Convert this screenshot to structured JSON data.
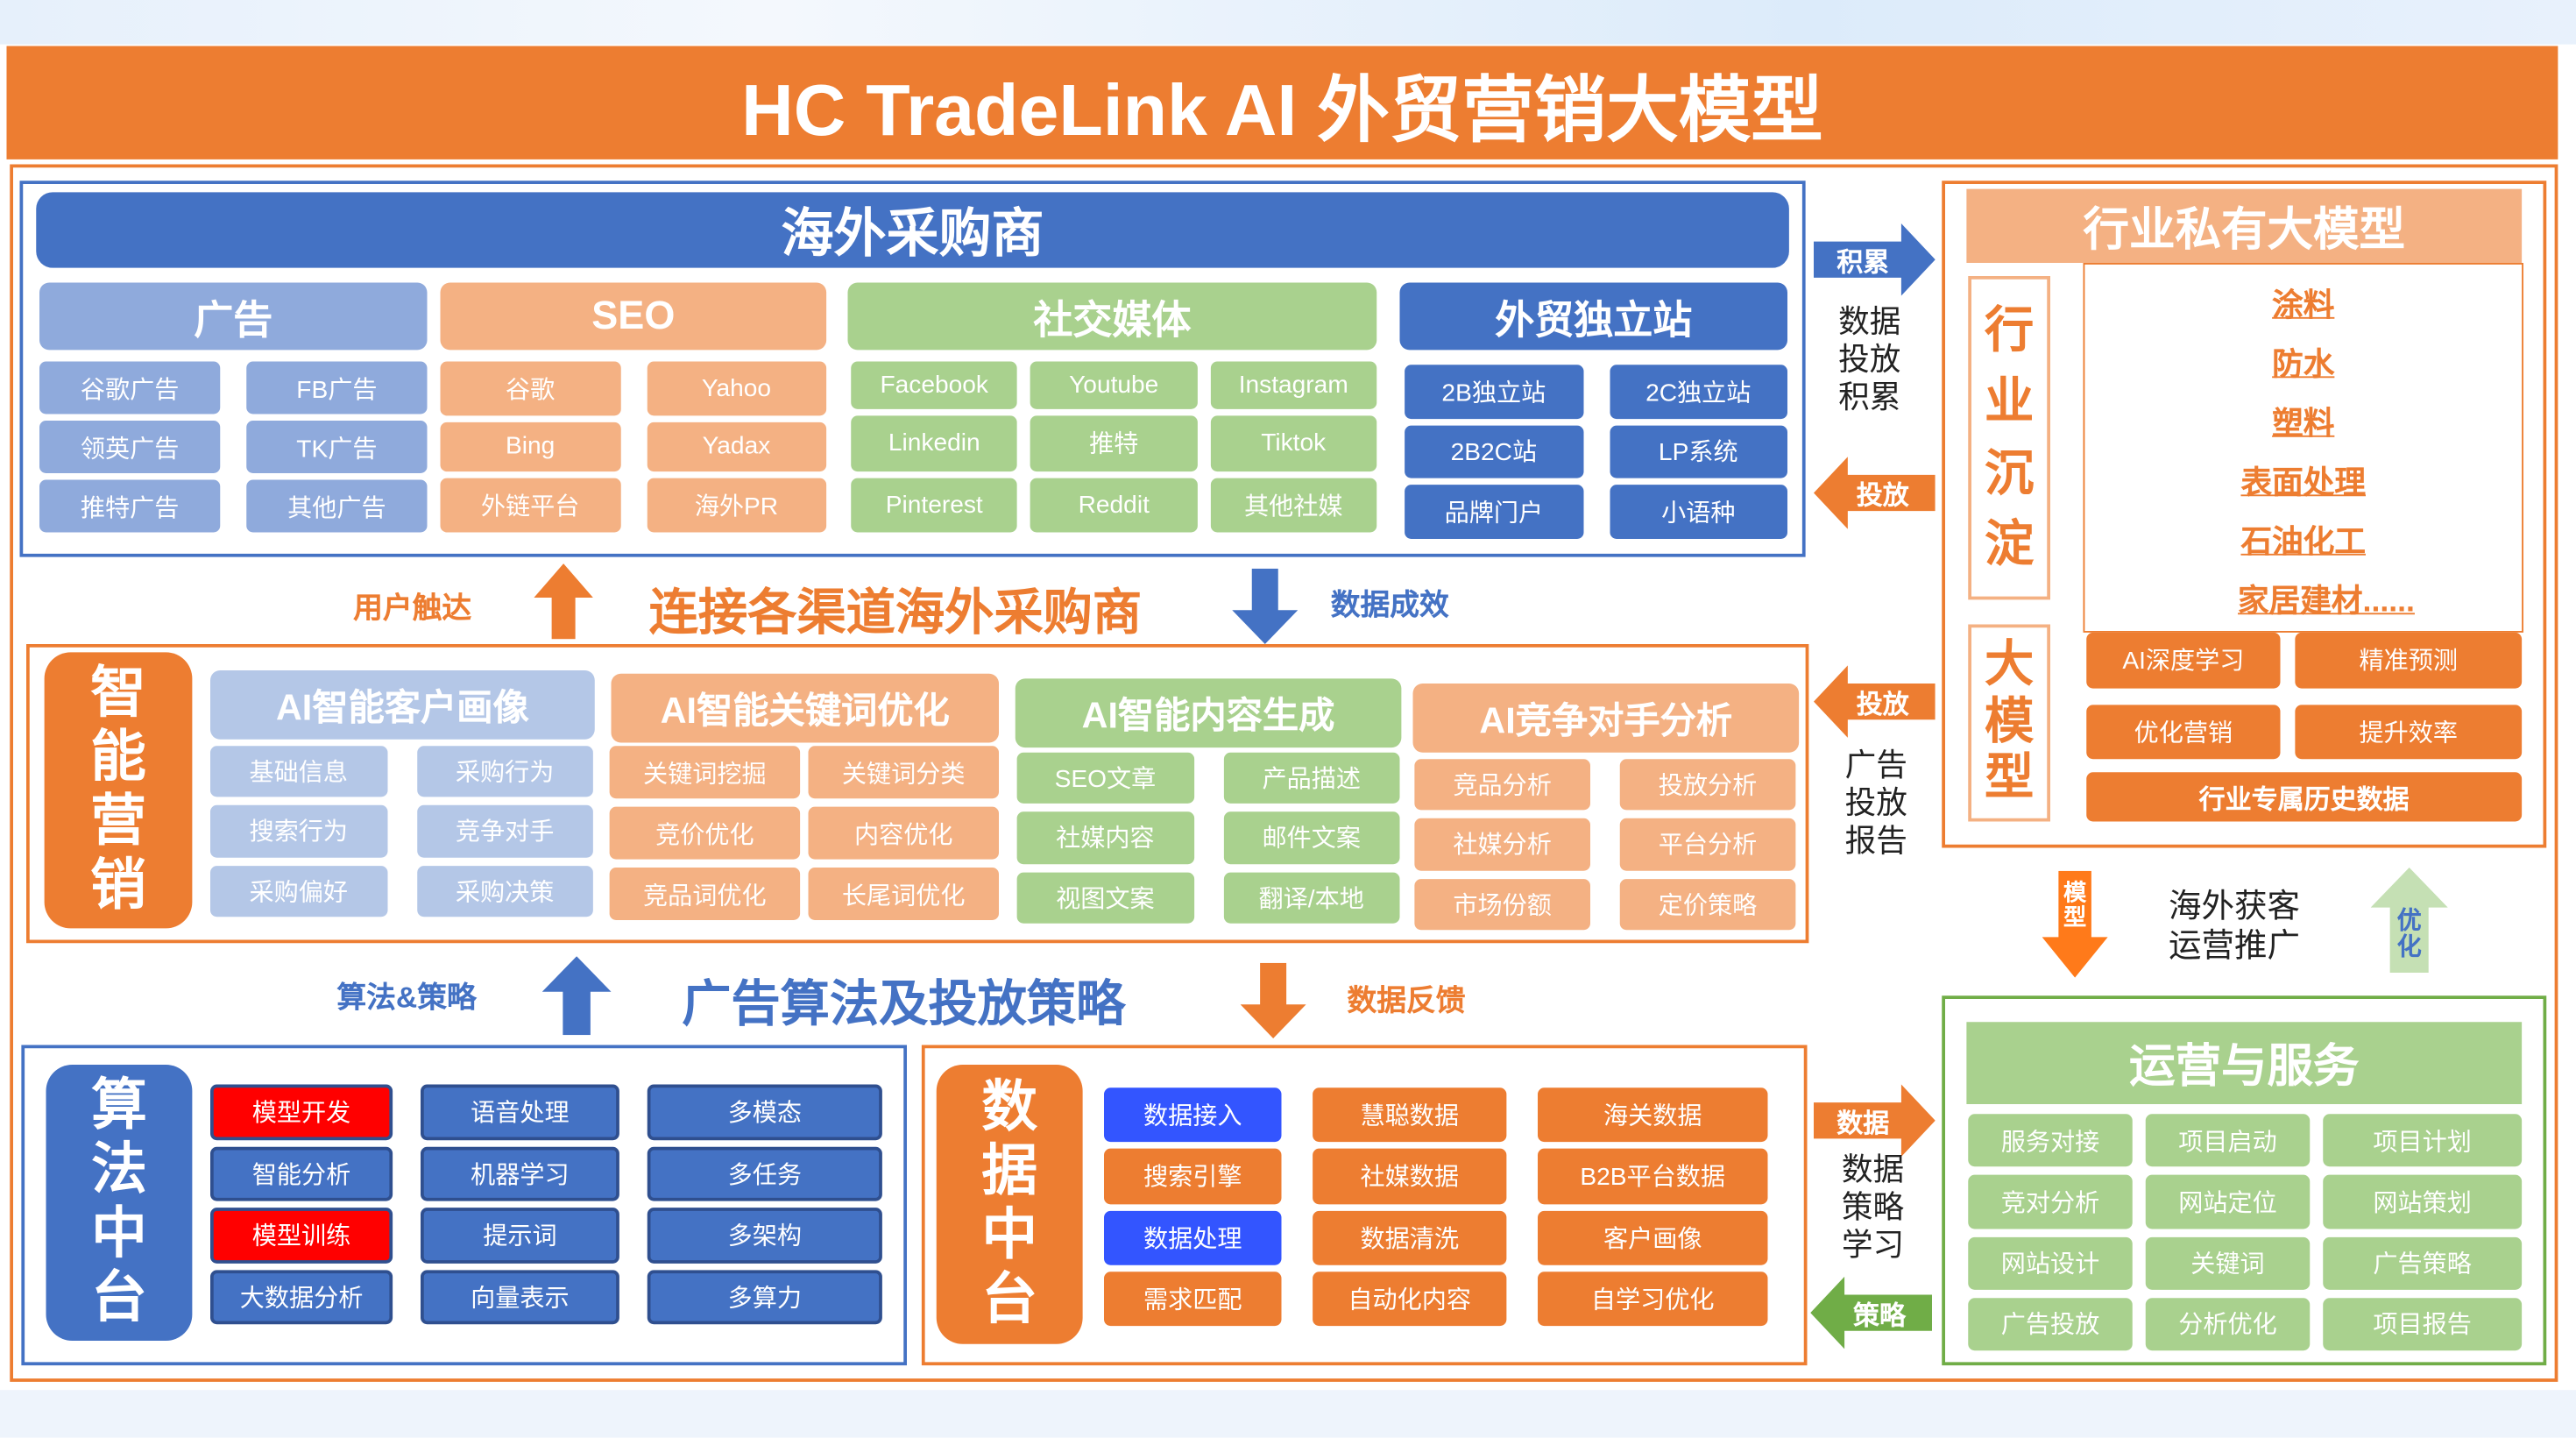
{
  "title": "HC TradeLink AI 外贸营销大模型",
  "buyers": {
    "title": "海外采购商",
    "ads": {
      "title": "广告",
      "items": [
        "谷歌广告",
        "FB广告",
        "领英广告",
        "TK广告",
        "推特广告",
        "其他广告"
      ]
    },
    "seo": {
      "title": "SEO",
      "items": [
        "谷歌",
        "Yahoo",
        "Bing",
        "Yadax",
        "外链平台",
        "海外PR"
      ]
    },
    "social": {
      "title": "社交媒体",
      "items": [
        "Facebook",
        "Youtube",
        "Instagram",
        "Linkedin",
        "推特",
        "Tiktok",
        "Pinterest",
        "Reddit",
        "其他社媒"
      ]
    },
    "site": {
      "title": "外贸独立站",
      "items": [
        "2B独立站",
        "2C独立站",
        "2B2C站",
        "LP系统",
        "品牌门户",
        "小语种"
      ]
    }
  },
  "mid1": {
    "left": "用户触达",
    "center": "连接各渠道海外采购商",
    "right": "数据成效"
  },
  "smart": {
    "title": "智能营销",
    "profile": {
      "title": "AI智能客户画像",
      "items": [
        "基础信息",
        "采购行为",
        "搜索行为",
        "竞争对手",
        "采购偏好",
        "采购决策"
      ]
    },
    "keyword": {
      "title": "AI智能关键词优化",
      "items": [
        "关键词挖掘",
        "关键词分类",
        "竞价优化",
        "内容优化",
        "竞品词优化",
        "长尾词优化"
      ]
    },
    "content": {
      "title": "AI智能内容生成",
      "items": [
        "SEO文章",
        "产品描述",
        "社媒内容",
        "邮件文案",
        "视图文案",
        "翻译/本地"
      ]
    },
    "competitor": {
      "title": "AI竞争对手分析",
      "items": [
        "竞品分析",
        "投放分析",
        "社媒分析",
        "平台分析",
        "市场份额",
        "定价策略"
      ]
    }
  },
  "mid2": {
    "left": "算法&策略",
    "center": "广告算法及投放策略",
    "right": "数据反馈"
  },
  "algo": {
    "title": "算法中台",
    "items": [
      "模型开发",
      "语音处理",
      "多模态",
      "智能分析",
      "机器学习",
      "多任务",
      "模型训练",
      "提示词",
      "多架构",
      "大数据分析",
      "向量表示",
      "多算力"
    ],
    "highlight": [
      0,
      6
    ]
  },
  "data": {
    "title": "数据中台",
    "items": [
      "数据接入",
      "慧聪数据",
      "海关数据",
      "搜索引擎",
      "社媒数据",
      "B2B平台数据",
      "数据处理",
      "数据清洗",
      "客户画像",
      "需求匹配",
      "自动化内容",
      "自学习优化"
    ],
    "highlight": [
      0,
      6
    ]
  },
  "connectors": {
    "accumulate": "积累",
    "side1": "数据投放积累",
    "deliver1": "投放",
    "deliver2": "投放",
    "side2": "广告投放报告",
    "data": "数据",
    "side3": "数据策略学习",
    "strategy": "策略"
  },
  "industry": {
    "title": "行业私有大模型",
    "sediment": "行业沉淀",
    "industries": [
      "涂料",
      "防水",
      "塑料",
      "表面处理",
      "石油化工",
      "家居建材......"
    ],
    "model": "大模型",
    "features": [
      "AI深度学习",
      "精准预测",
      "优化营销",
      "提升效率"
    ],
    "history": "行业专属历史数据"
  },
  "flow": {
    "model": "模型",
    "center": "海外获客运营推广",
    "optimize": "优化"
  },
  "ops": {
    "title": "运营与服务",
    "items": [
      "服务对接",
      "项目启动",
      "项目计划",
      "竞对分析",
      "网站定位",
      "网站策划",
      "网站设计",
      "关键词",
      "广告策略",
      "广告投放",
      "分析优化",
      "项目报告"
    ]
  },
  "colors": {
    "orange": "#ED7D31",
    "blue": "#4472C4",
    "lightblue": "#8FAADC",
    "paleblue": "#B4C7E7",
    "peach": "#F4B183",
    "green": "#A9D18E",
    "red": "#FF0000",
    "brightblue": "#3355FF"
  }
}
